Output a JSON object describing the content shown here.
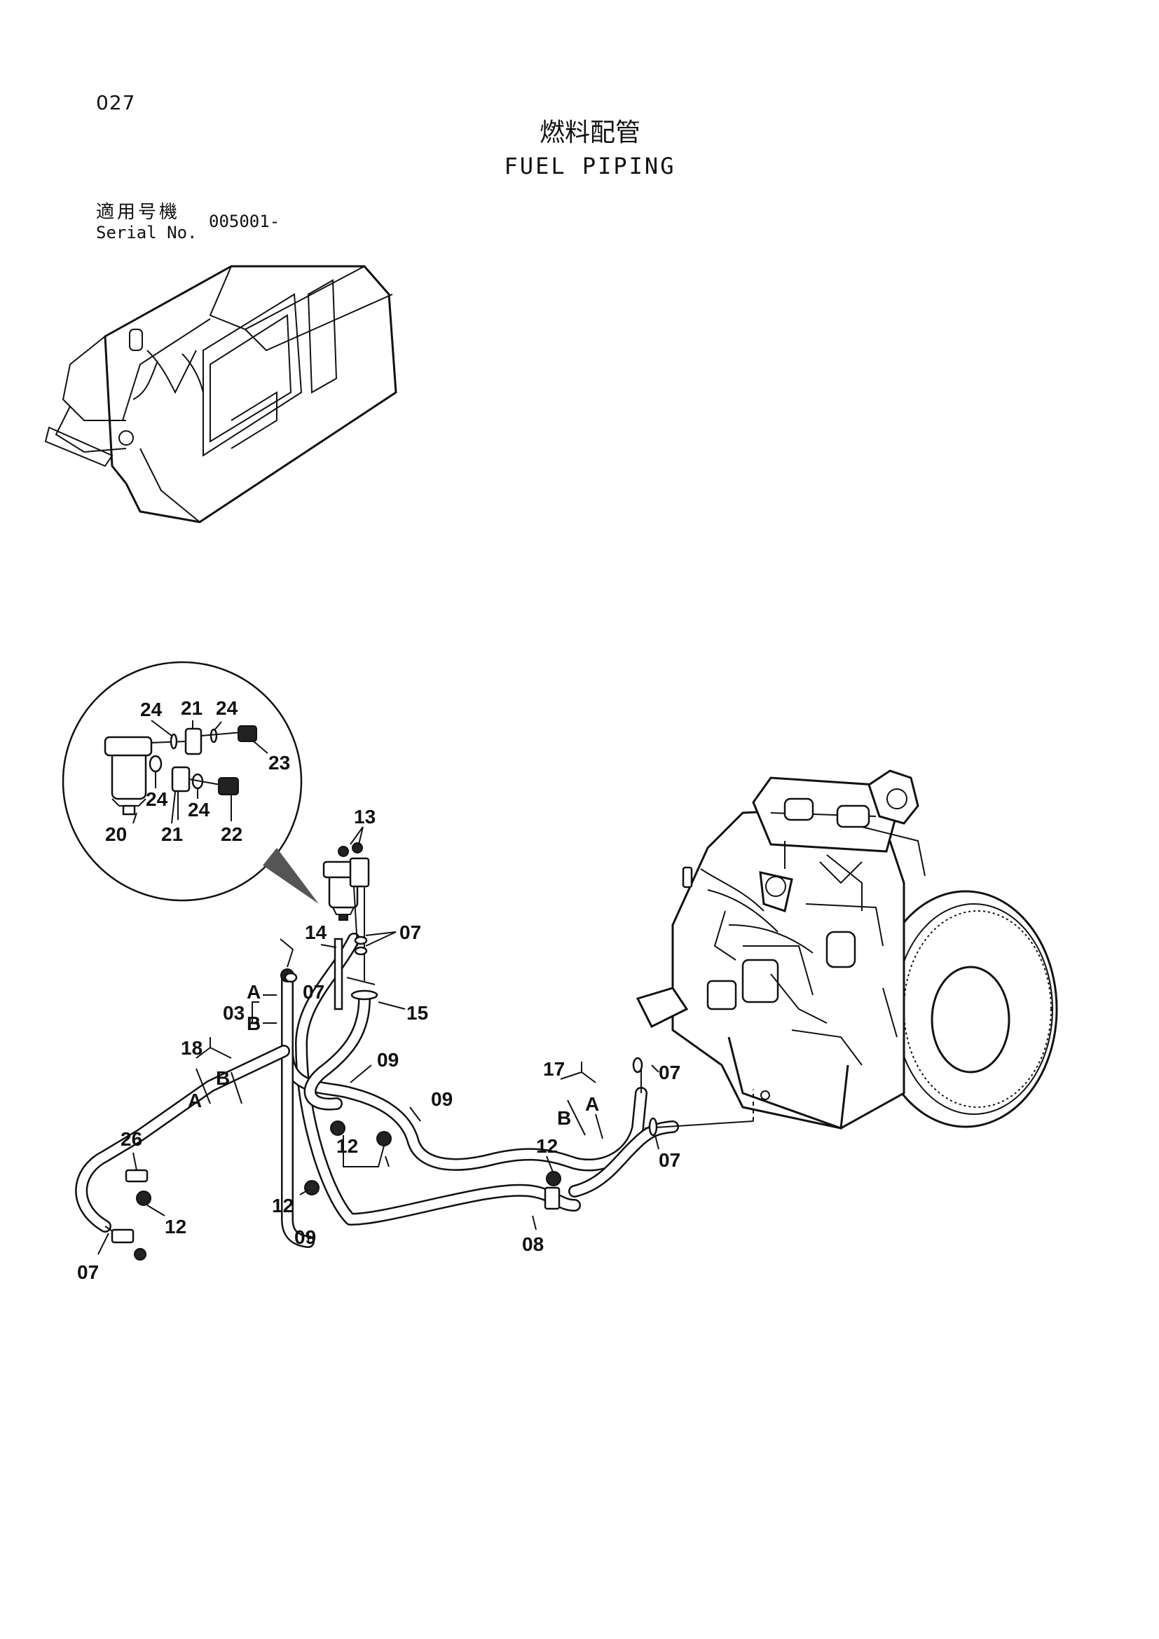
{
  "header": {
    "page_number": "027",
    "title_jp": "燃料配管",
    "title_en": "FUEL PIPING",
    "serial_label_jp": "適用号機",
    "serial_label_en": "Serial No.",
    "serial_value": "005001-"
  },
  "callouts": {
    "detail": [
      "24",
      "21",
      "24",
      "23",
      "24",
      "24",
      "20",
      "21",
      "22"
    ],
    "main": [
      "13",
      "14",
      "07",
      "07",
      "03",
      "A",
      "B",
      "15",
      "18",
      "A",
      "B",
      "09",
      "09",
      "12",
      "17",
      "A",
      "B",
      "12",
      "07",
      "07",
      "26",
      "12",
      "12",
      "09",
      "08",
      "07"
    ]
  }
}
